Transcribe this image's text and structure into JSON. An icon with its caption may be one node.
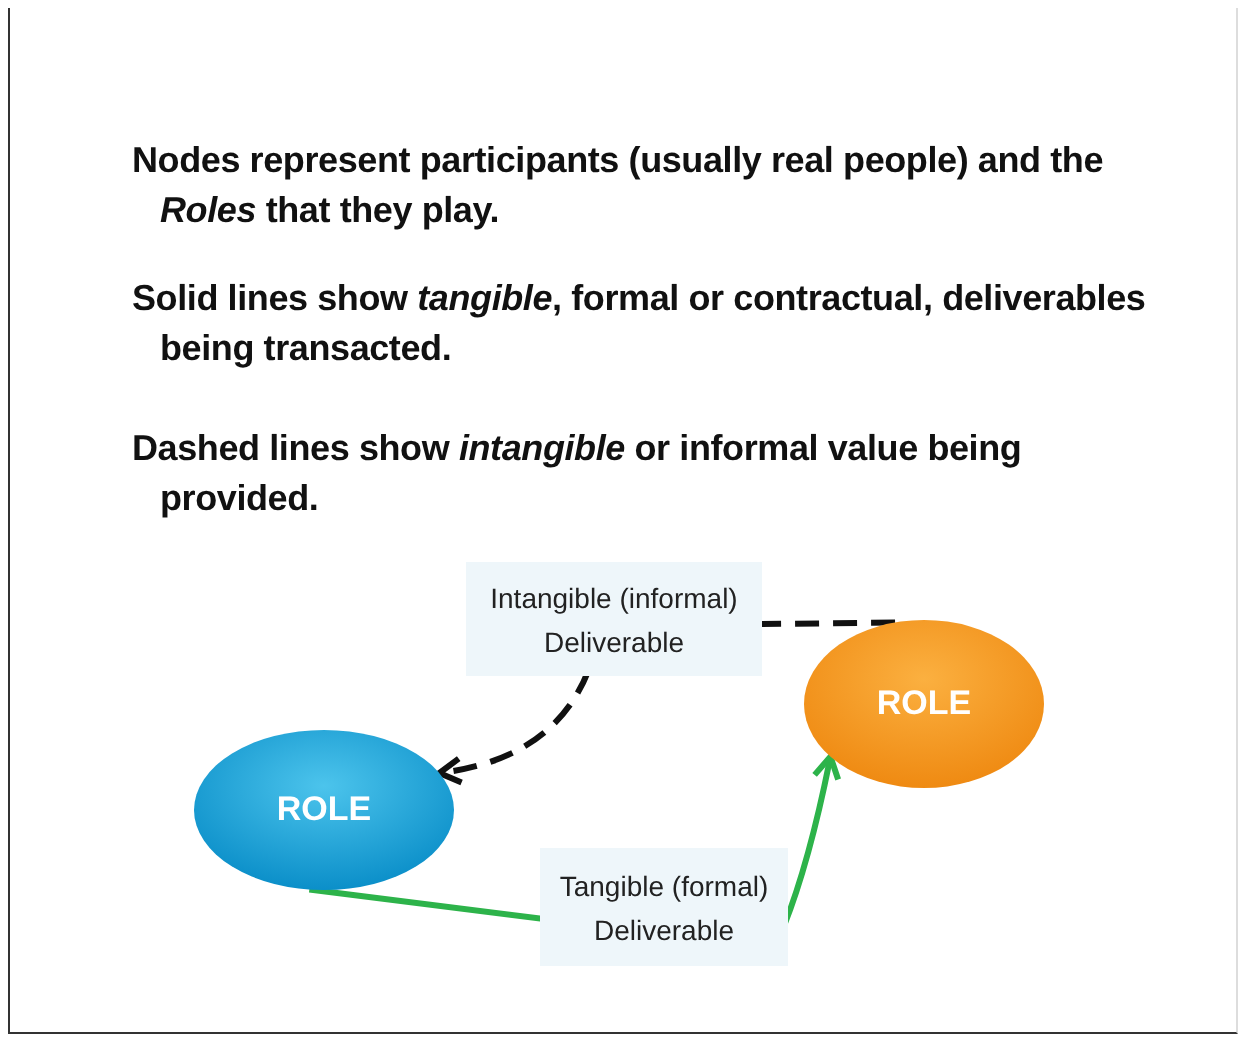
{
  "diagram": {
    "nodes": [
      {
        "text": [
          "ROLE"
        ]
      },
      {
        "text": [
          "ROLE"
        ]
      }
    ],
    "edges": [
      {
        "from": 1,
        "to": 0,
        "arrow": "to",
        "style": "dashed",
        "label": "Intangible (informal) Deliverable"
      },
      {
        "from": 0,
        "to": 1,
        "arrow": "to",
        "color": "#2db34a",
        "label": "Tangible (formal) Deliverable"
      }
    ],
    "labels": [
      "Nodes represent participants (usually real people) and the *Roles* that they play.",
      "Solid lines show *tangible*, formal or contractual, deliverables being transacted.",
      "Dashed lines show *intangible* or informal value being provided."
    ]
  }
}
